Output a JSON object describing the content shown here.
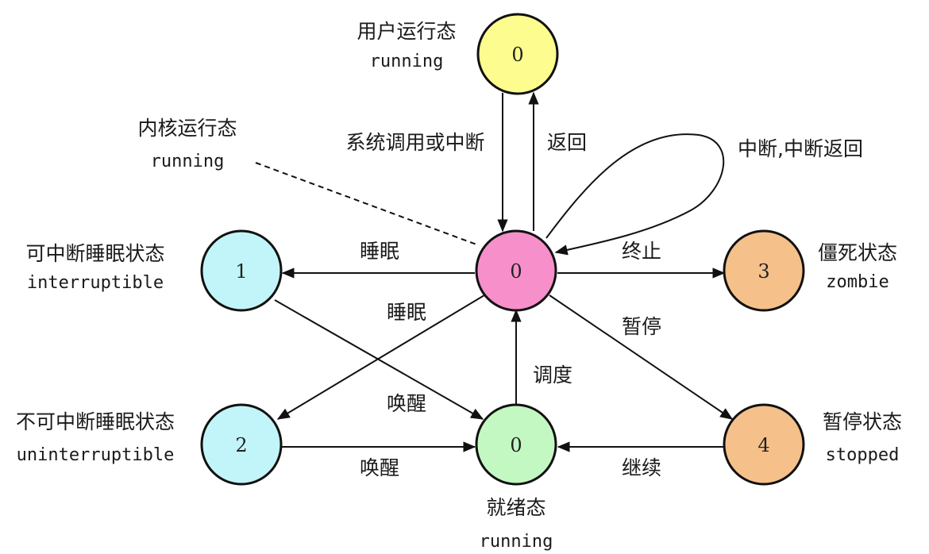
{
  "colors": {
    "user_running": "#fdfd8f",
    "kernel_running": "#f78fca",
    "ready": "#c4f8c2",
    "sleep": "#c2f5f9",
    "zombie": "#f6c08a",
    "stopped": "#f6c08a",
    "stroke": "#111111"
  },
  "nodes": {
    "user_running": {
      "num": "0",
      "label_cn": "用户运行态",
      "label_en": "running"
    },
    "kernel_running": {
      "num": "0",
      "label_cn": "内核运行态",
      "label_en": "running"
    },
    "interruptible": {
      "num": "1",
      "label_cn": "可中断睡眠状态",
      "label_en": "interruptible"
    },
    "uninterruptible": {
      "num": "2",
      "label_cn": "不可中断睡眠状态",
      "label_en": "uninterruptible"
    },
    "ready": {
      "num": "0",
      "label_cn": "就绪态",
      "label_en": "running"
    },
    "zombie": {
      "num": "3",
      "label_cn": "僵死状态",
      "label_en": "zombie"
    },
    "stopped": {
      "num": "4",
      "label_cn": "暂停状态",
      "label_en": "stopped"
    }
  },
  "edges": {
    "syscall": "系统调用或中断",
    "return": "返回",
    "interrupt_loop": "中断,中断返回",
    "sleep_to_1": "睡眠",
    "sleep_to_2": "睡眠",
    "terminate": "终止",
    "pause": "暂停",
    "schedule": "调度",
    "wake_from_1": "唤醒",
    "wake_from_2": "唤醒",
    "continue": "继续"
  }
}
